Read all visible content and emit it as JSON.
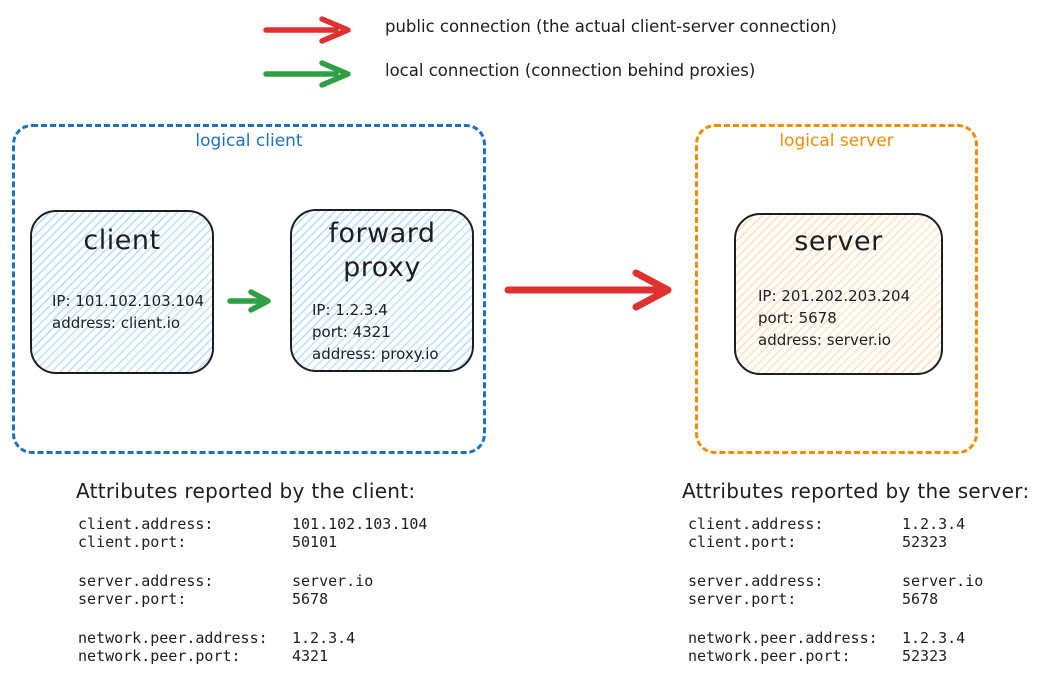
{
  "colors": {
    "red": "#e03131",
    "green": "#2f9e44",
    "blue": "#1971c2",
    "orange": "#f08c00",
    "ink": "#1e1e1e",
    "client_fill": "#a5d8ff",
    "server_fill": "#ffd8a8"
  },
  "legend": {
    "items": [
      {
        "name": "public-connection",
        "arrow_color": "#e03131",
        "label": "public connection (the actual client-server connection)"
      },
      {
        "name": "local-connection",
        "arrow_color": "#2f9e44",
        "label": "local connection (connection behind proxies)"
      }
    ]
  },
  "logical_client": {
    "label": "logical client",
    "client_node": {
      "title": "client",
      "lines": [
        "IP: 101.102.103.104",
        "address: client.io"
      ]
    },
    "proxy_node": {
      "title": "forward proxy",
      "lines": [
        "IP: 1.2.3.4",
        "port: 4321",
        "address: proxy.io"
      ]
    }
  },
  "logical_server": {
    "label": "logical server",
    "server_node": {
      "title": "server",
      "lines": [
        "IP: 201.202.203.204",
        "port: 5678",
        "address: server.io"
      ]
    }
  },
  "client_attributes": {
    "heading": "Attributes reported by the client:",
    "groups": [
      [
        {
          "key": "client.address:",
          "value": "101.102.103.104"
        },
        {
          "key": "client.port:",
          "value": "50101"
        }
      ],
      [
        {
          "key": "server.address:",
          "value": "server.io"
        },
        {
          "key": "server.port:",
          "value": "5678"
        }
      ],
      [
        {
          "key": "network.peer.address:",
          "value": "1.2.3.4"
        },
        {
          "key": "network.peer.port:",
          "value": "4321"
        }
      ]
    ]
  },
  "server_attributes": {
    "heading": "Attributes reported by the server:",
    "groups": [
      [
        {
          "key": "client.address:",
          "value": "1.2.3.4"
        },
        {
          "key": "client.port:",
          "value": "52323"
        }
      ],
      [
        {
          "key": "server.address:",
          "value": "server.io"
        },
        {
          "key": "server.port:",
          "value": "5678"
        }
      ],
      [
        {
          "key": "network.peer.address:",
          "value": "1.2.3.4"
        },
        {
          "key": "network.peer.port:",
          "value": "52323"
        }
      ]
    ]
  }
}
